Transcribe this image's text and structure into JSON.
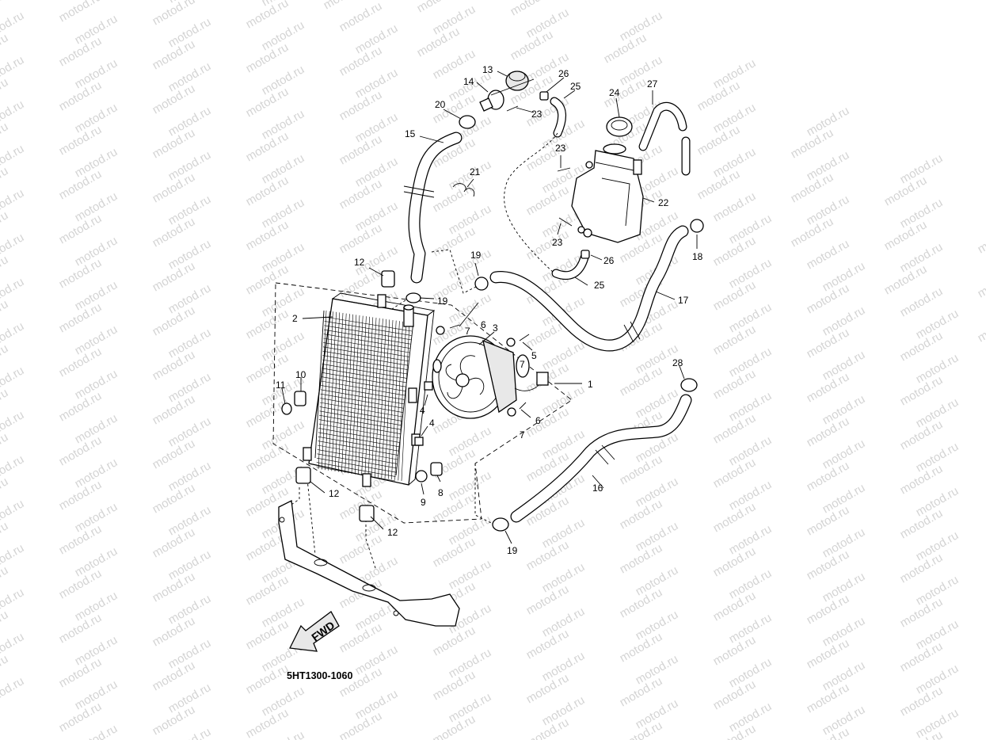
{
  "watermark": {
    "text": "motod.ru"
  },
  "diagram_code": "5HT1300-1060",
  "fwd_label": "FWD",
  "callouts": {
    "c1": "1",
    "c2": "2",
    "c3": "3",
    "c4a": "4",
    "c4b": "4",
    "c5": "5",
    "c6a": "6",
    "c6b": "6",
    "c7a": "7",
    "c7b": "7",
    "c7c": "7",
    "c8": "8",
    "c9": "9",
    "c10": "10",
    "c11": "11",
    "c12a": "12",
    "c12b": "12",
    "c12c": "12",
    "c13": "13",
    "c14": "14",
    "c15": "15",
    "c16": "16",
    "c17": "17",
    "c18": "18",
    "c19a": "19",
    "c19b": "19",
    "c19c": "19",
    "c20": "20",
    "c21": "21",
    "c22": "22",
    "c23a": "23",
    "c23b": "23",
    "c23c": "23",
    "c24": "24",
    "c25a": "25",
    "c25b": "25",
    "c26a": "26",
    "c26b": "26",
    "c27": "27",
    "c28": "28"
  }
}
